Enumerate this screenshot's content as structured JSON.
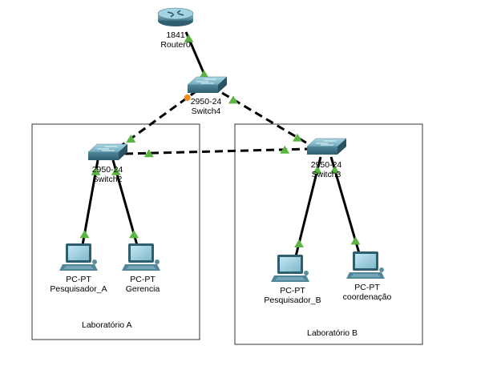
{
  "colors": {
    "link": "#000000",
    "link_up": "#5cb543",
    "link_pending": "#f08a24",
    "area_border": "#333333",
    "device_dark": "#3e6c7c",
    "device_light": "#8fc3d4"
  },
  "devices": {
    "router0": {
      "model": "1841",
      "name": "Router0",
      "icon": "router-icon"
    },
    "switch4": {
      "model": "2950-24",
      "name": "Switch4",
      "icon": "switch-icon"
    },
    "switch2": {
      "model": "2950-24",
      "name": "Switch2",
      "icon": "switch-icon"
    },
    "switch3": {
      "model": "2950-24",
      "name": "Switch3",
      "icon": "switch-icon"
    },
    "pc_pesq_a": {
      "model": "PC-PT",
      "name": "Pesquisador_A",
      "icon": "pc-icon"
    },
    "pc_gerencia": {
      "model": "PC-PT",
      "name": "Gerencia",
      "icon": "pc-icon"
    },
    "pc_pesq_b": {
      "model": "PC-PT",
      "name": "Pesquisador_B",
      "icon": "pc-icon"
    },
    "pc_coord": {
      "model": "PC-PT",
      "name": "coordenação",
      "icon": "pc-icon"
    }
  },
  "areas": {
    "lab_a": {
      "label": "Laboratório A"
    },
    "lab_b": {
      "label": "Laboratório B"
    }
  },
  "links": [
    {
      "from": "router0",
      "to": "switch4",
      "cable": "straight",
      "status": [
        "up",
        "up"
      ]
    },
    {
      "from": "switch4",
      "to": "switch2",
      "cable": "crossover",
      "status": [
        "pending",
        "up"
      ]
    },
    {
      "from": "switch4",
      "to": "switch3",
      "cable": "crossover",
      "status": [
        "up",
        "up"
      ]
    },
    {
      "from": "switch2",
      "to": "switch3",
      "cable": "crossover",
      "status": [
        "up",
        "up"
      ]
    },
    {
      "from": "switch2",
      "to": "pc_pesq_a",
      "cable": "straight",
      "status": [
        "up",
        "up"
      ]
    },
    {
      "from": "switch2",
      "to": "pc_gerencia",
      "cable": "straight",
      "status": [
        "up",
        "up"
      ]
    },
    {
      "from": "switch3",
      "to": "pc_pesq_b",
      "cable": "straight",
      "status": [
        "up",
        "up"
      ]
    },
    {
      "from": "switch3",
      "to": "pc_coord",
      "cable": "straight",
      "status": [
        "up",
        "up"
      ]
    }
  ]
}
